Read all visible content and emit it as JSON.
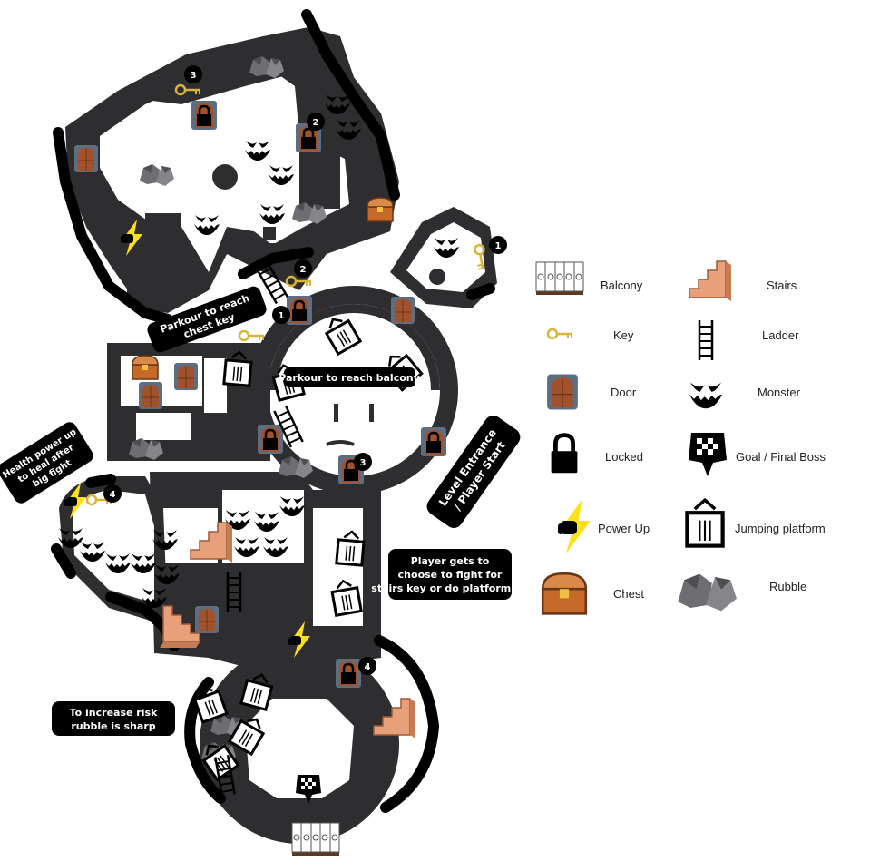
{
  "colors": {
    "floor": "#2e2e30",
    "wall": "#000000",
    "room": "#ffffff",
    "door": "#a0522d",
    "door_frame": "#5e6e80",
    "stairs": "#e8a07a",
    "key": "#d8b43a",
    "power": "#ffe11a",
    "chest": "#c66a2a",
    "rubble": "#6e6e72"
  },
  "callouts": {
    "parkour_chest": "Parkour to reach chest key",
    "parkour_balcony": "Parkour to reach balcony",
    "health": "Health power up to heal after big fight",
    "entrance": "Level Entrance / Player Start",
    "choose": "Player gets to choose to fight for stairs key or do platforming",
    "risk": "To increase risk rubble is sharp"
  },
  "badges": [
    "1",
    "2",
    "3",
    "4"
  ],
  "legend": {
    "balcony": "Balcony",
    "stairs": "Stairs",
    "key": "Key",
    "ladder": "Ladder",
    "door": "Door",
    "monster": "Monster",
    "locked": "Locked",
    "goal": "Goal / Final Boss",
    "power_up": "Power Up",
    "jumping": "Jumping platform",
    "chest": "Chest",
    "rubble": "Rubble"
  },
  "icons": {
    "balcony": "balcony-icon",
    "stairs": "stairs-icon",
    "key": "key-icon",
    "ladder": "ladder-icon",
    "door": "door-icon",
    "monster": "monster-icon",
    "locked": "lock-icon",
    "goal": "goal-flag-icon",
    "power_up": "power-up-icon",
    "jumping": "jumping-platform-icon",
    "chest": "chest-icon",
    "rubble": "rubble-icon"
  }
}
